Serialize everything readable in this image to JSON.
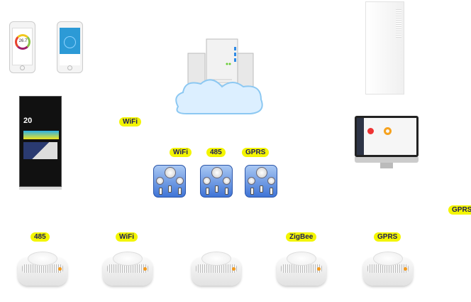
{
  "diagram": {
    "colors": {
      "label_bg": "#f3f500",
      "label_text": "#1b1b5a",
      "icon_blue": "#3f74d6"
    },
    "labels": {
      "kiosk_link": "WiFi",
      "gateway_wifi": "WiFi",
      "gateway_485": "485",
      "gateway_gprs": "GPRS",
      "monitor_link": "GPRS",
      "sensor_1": "485",
      "sensor_2": "WiFi",
      "sensor_4": "ZigBee",
      "sensor_5": "GPRS"
    },
    "phone_readings": {
      "phone_1": "26.7"
    },
    "kiosk_reading": "20",
    "icons": [
      "smartphone-icon",
      "cloud-server-icon",
      "tower-device-icon",
      "kiosk-display-icon",
      "desktop-monitor-icon",
      "gateway-gauge-icon",
      "sensor-device-icon"
    ]
  }
}
